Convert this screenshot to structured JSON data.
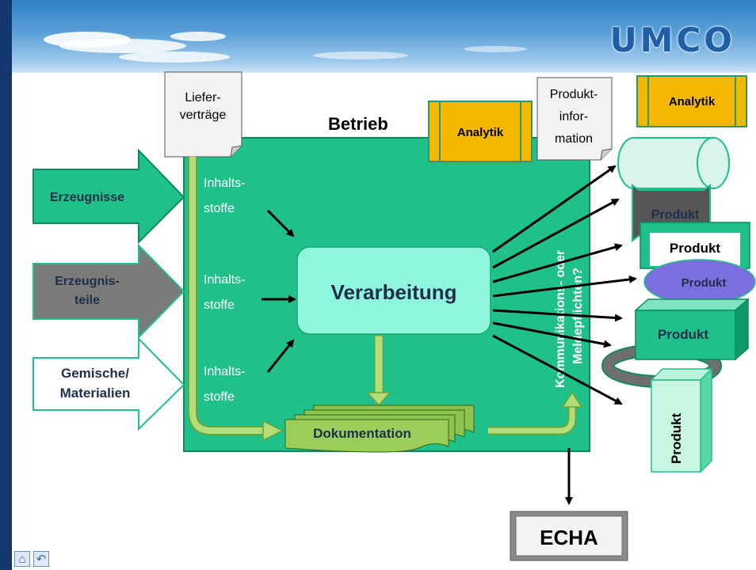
{
  "logo": "UMCO",
  "betrieb_title": "Betrieb",
  "liefervertraege": [
    "Liefer-",
    "verträge"
  ],
  "produktinformation": [
    "Produkt-",
    "infor-",
    "mation"
  ],
  "analytik_label": "Analytik",
  "inputs": {
    "erzeugnisse": [
      "Erzeugnisse"
    ],
    "erzeugnisteile": [
      "Erzeugnis-",
      "teile"
    ],
    "gemische": [
      "Gemische/",
      "Materialien"
    ]
  },
  "inhaltsstoffe": [
    "Inhalts-",
    "stoffe"
  ],
  "verarbeitung": "Verarbeitung",
  "dokumentation": "Dokumentation",
  "kommunikation": [
    "Kommunikations- oder",
    "Meldepflichten?"
  ],
  "produkt_label": "Produkt",
  "echa": "ECHA",
  "nav": {
    "home_icon": "home-icon",
    "back_icon": "return-icon"
  },
  "colors": {
    "factory": "#20c08a",
    "factory_border": "#0f8a5e",
    "verarbeitung": "#8ff5de",
    "arrow_light": "#9ccc59",
    "analytik": "#f5b800",
    "sidebar": "#14376f"
  }
}
